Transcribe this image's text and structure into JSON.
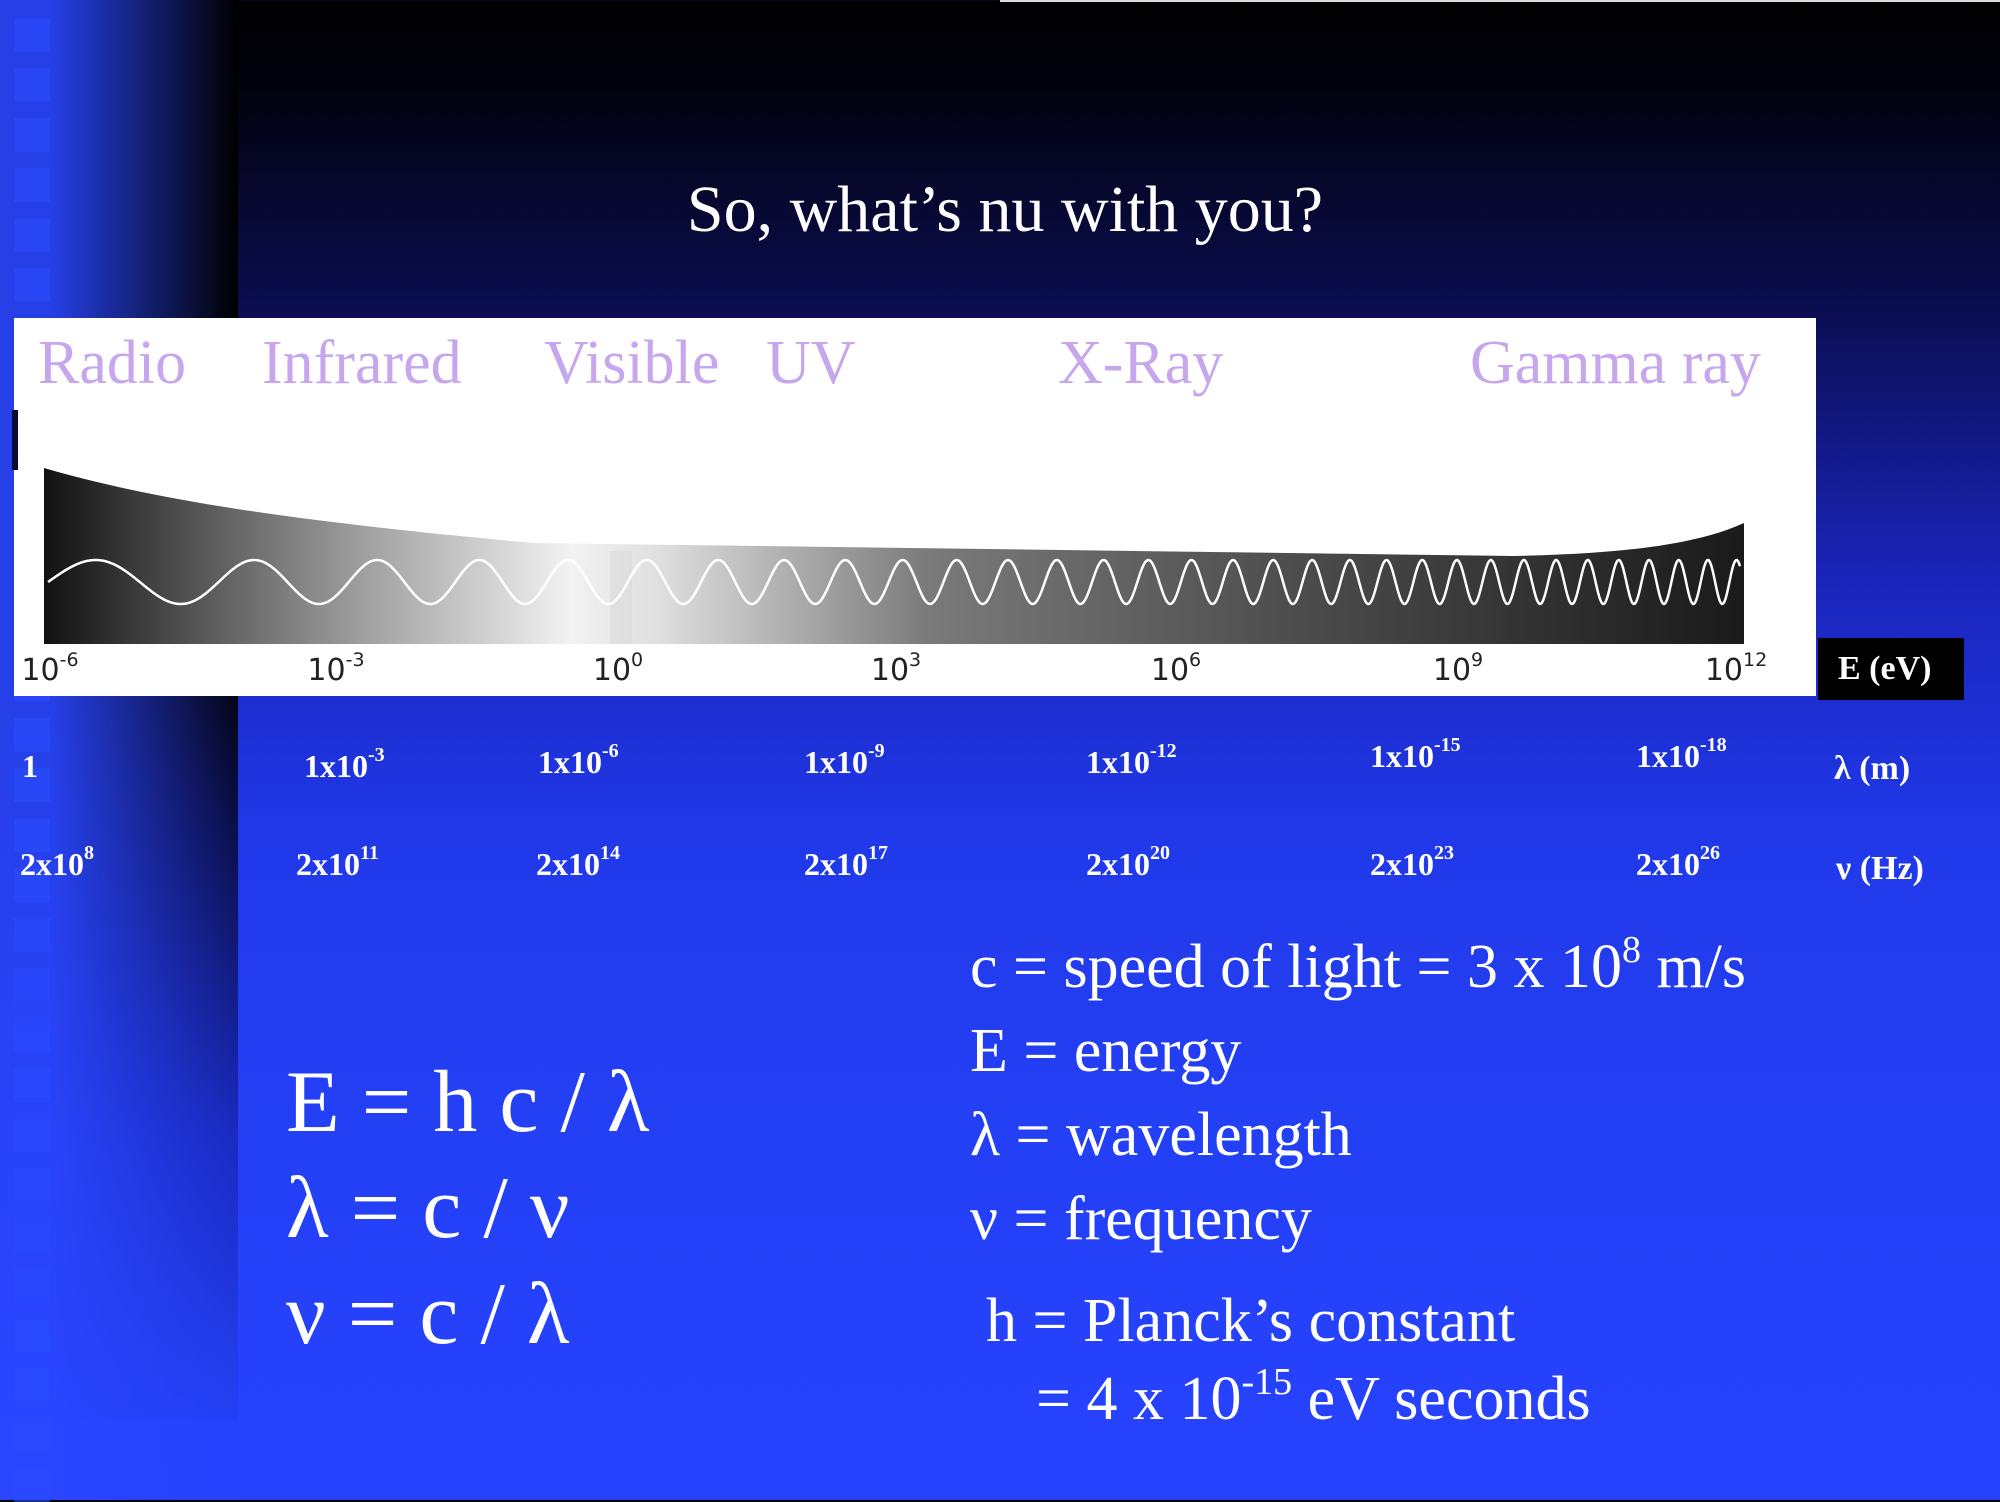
{
  "slide": {
    "title": "So, what’s nu with you?"
  },
  "colors": {
    "band_label": "#c6a7ee",
    "background_top": "#000000",
    "background_bottom": "#2642ff"
  },
  "bands": {
    "radio": "Radio",
    "infrared": "Infrared",
    "visible": "Visible",
    "uv": "UV",
    "xray": "X-Ray",
    "gamma": "Gamma ray"
  },
  "energy_ticks": [
    {
      "base": "10",
      "exp": "-6"
    },
    {
      "base": "10",
      "exp": "-3"
    },
    {
      "base": "10",
      "exp": "0"
    },
    {
      "base": "10",
      "exp": "3"
    },
    {
      "base": "10",
      "exp": "6"
    },
    {
      "base": "10",
      "exp": "9"
    },
    {
      "base": "10",
      "exp": "12"
    }
  ],
  "units": {
    "energy": "E (eV)",
    "wavelength": "λ (m)",
    "frequency": "ν (Hz)"
  },
  "wavelength_values": [
    {
      "base": "1",
      "exp": ""
    },
    {
      "base": "1x10",
      "exp": "-3"
    },
    {
      "base": "1x10",
      "exp": "-6"
    },
    {
      "base": "1x10",
      "exp": "-9"
    },
    {
      "base": "1x10",
      "exp": "-12"
    },
    {
      "base": "1x10",
      "exp": "-15"
    },
    {
      "base": "1x10",
      "exp": "-18"
    }
  ],
  "frequency_values": [
    {
      "base": "2x10",
      "exp": "8"
    },
    {
      "base": "2x10",
      "exp": "11"
    },
    {
      "base": "2x10",
      "exp": "14"
    },
    {
      "base": "2x10",
      "exp": "17"
    },
    {
      "base": "2x10",
      "exp": "20"
    },
    {
      "base": "2x10",
      "exp": "23"
    },
    {
      "base": "2x10",
      "exp": "26"
    }
  ],
  "formulas": {
    "energy": "E = h c / λ",
    "wavelength": "λ = c / ν",
    "frequency": "ν = c / λ"
  },
  "definitions": {
    "c_prefix": "c = speed of light = 3 x 10",
    "c_exp": "8",
    "c_suffix": " m/s",
    "energy": "E = energy",
    "wavelength": "λ = wavelength",
    "frequency": "ν = frequency",
    "planck": "h = Planck’s constant",
    "planck_value_prefix": "= 4 x 10",
    "planck_value_exp": "-15",
    "planck_value_suffix": " eV seconds"
  }
}
